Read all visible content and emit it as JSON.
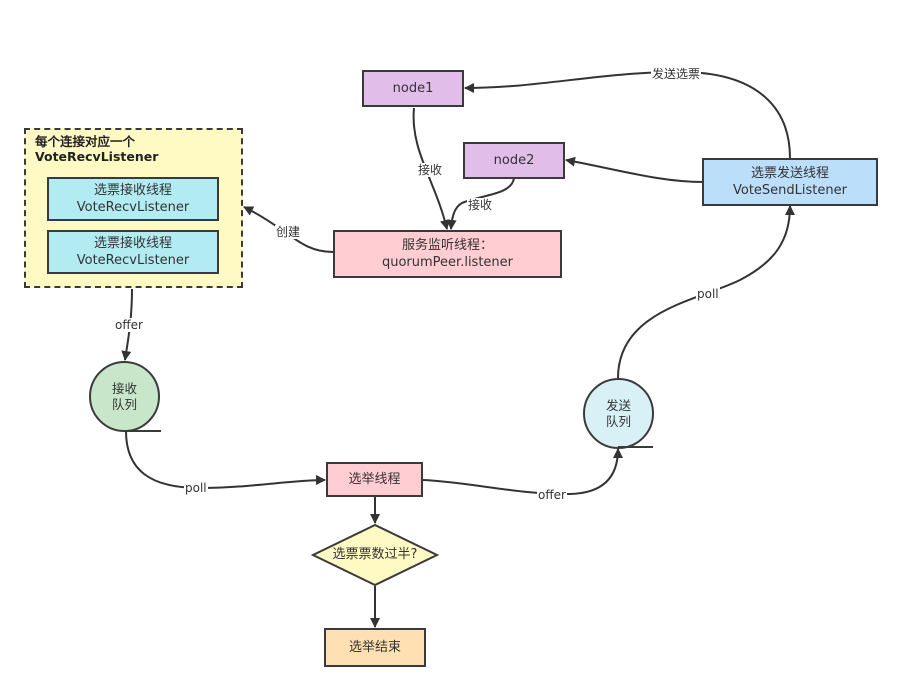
{
  "nodes": {
    "node1": "node1",
    "node2": "node2",
    "listener": "服务监听线程：\nquorumPeer.listener",
    "sender": "选票发送线程\nVoteSendListener",
    "group_title": "每个连接对应一个\nVoteRecvListener",
    "recv1": "选票接收线程\nVoteRecvListener",
    "recv2": "选票接收线程\nVoteRecvListener",
    "recv_queue": "接收\n队列",
    "send_queue": "发送\n队列",
    "election": "选举线程",
    "decision": "选票票数过半?",
    "end": "选举结束"
  },
  "edges": {
    "send_votes": "发送选票",
    "recv_node1": "接收",
    "recv_node2": "接收",
    "create": "创建",
    "offer_recv": "offer",
    "poll_recv": "poll",
    "offer_send": "offer",
    "poll_send": "poll"
  },
  "colors": {
    "purple": "#e1bdea",
    "pink": "#ffcdd2",
    "cyan": "#b2ebf2",
    "blue": "#bbdefb",
    "yellow": "#fff9c4",
    "green": "#c8e6c9",
    "teal": "#d7f1f7",
    "diamond": "#fff9c4",
    "orange": "#ffe0b2"
  }
}
